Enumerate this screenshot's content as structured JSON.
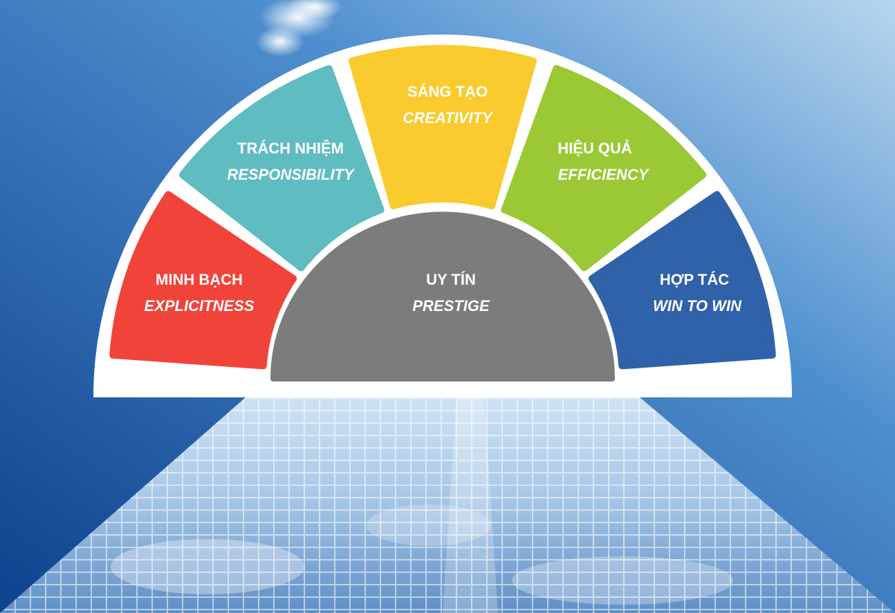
{
  "segments": [
    {
      "id": "explicitness",
      "title": "MINH BẠCH",
      "subtitle": "EXPLICITNESS",
      "color": "#f0443a"
    },
    {
      "id": "responsibility",
      "title": "TRÁCH NHIỆM",
      "subtitle": "RESPONSIBILITY",
      "color": "#5fbcc1"
    },
    {
      "id": "creativity",
      "title": "SÁNG TẠO",
      "subtitle": "CREATIVITY",
      "color": "#f9cb2e"
    },
    {
      "id": "efficiency",
      "title": "HIỆU QUẢ",
      "subtitle": "EFFICIENCY",
      "color": "#9ac935"
    },
    {
      "id": "win-to-win",
      "title": "HỢP TÁC",
      "subtitle": "WIN TO WIN",
      "color": "#2f62a8"
    }
  ],
  "center": {
    "title": "UY TÍN",
    "subtitle": "PRESTIGE",
    "color": "#7c7c7c"
  },
  "colors": {
    "sky_light": "#a9cde9",
    "sky_dark": "#0f4a96",
    "glass": "#9fc3e6",
    "frame": "#ffffff"
  }
}
